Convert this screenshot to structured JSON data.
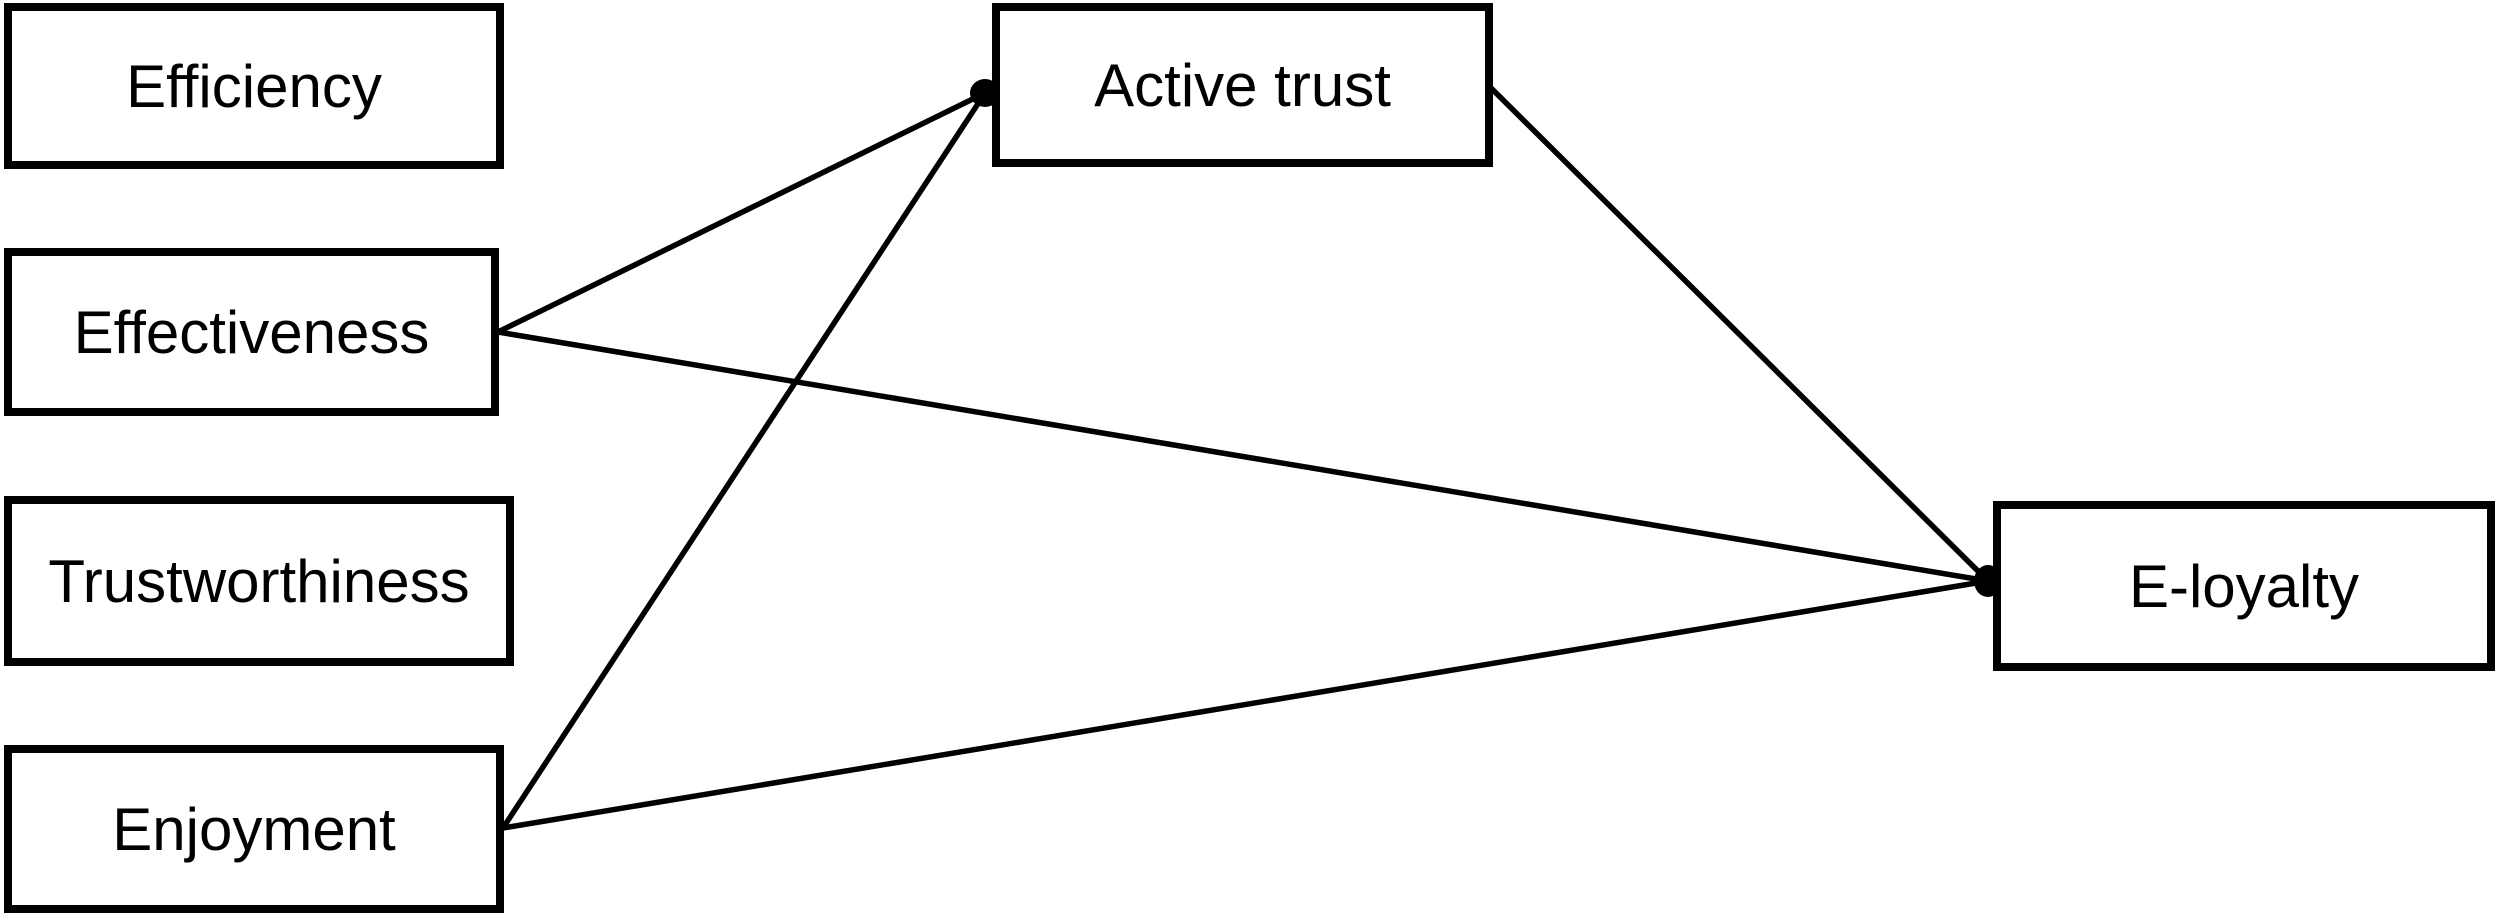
{
  "diagram": {
    "background_color": "#ffffff",
    "line_color": "#000000",
    "box_border_color": "#000000",
    "box_fill_color": "#ffffff",
    "nodes": {
      "efficiency": {
        "label": "Efficiency"
      },
      "effectiveness": {
        "label": "Effectiveness"
      },
      "trustworthiness": {
        "label": "Trustworthiness"
      },
      "enjoyment": {
        "label": "Enjoyment"
      },
      "active_trust": {
        "label": "Active trust"
      },
      "e_loyalty": {
        "label": "E-loyalty"
      }
    },
    "edges": [
      {
        "from": "Effectiveness",
        "to": "Active trust",
        "arrowhead": "filled-dot"
      },
      {
        "from": "Enjoyment",
        "to": "Active trust",
        "arrowhead": "filled-dot"
      },
      {
        "from": "Effectiveness",
        "to": "E-loyalty",
        "arrowhead": "filled-dot"
      },
      {
        "from": "Enjoyment",
        "to": "E-loyalty",
        "arrowhead": "filled-dot"
      },
      {
        "from": "Active trust",
        "to": "E-loyalty",
        "arrowhead": "filled-dot"
      }
    ]
  }
}
